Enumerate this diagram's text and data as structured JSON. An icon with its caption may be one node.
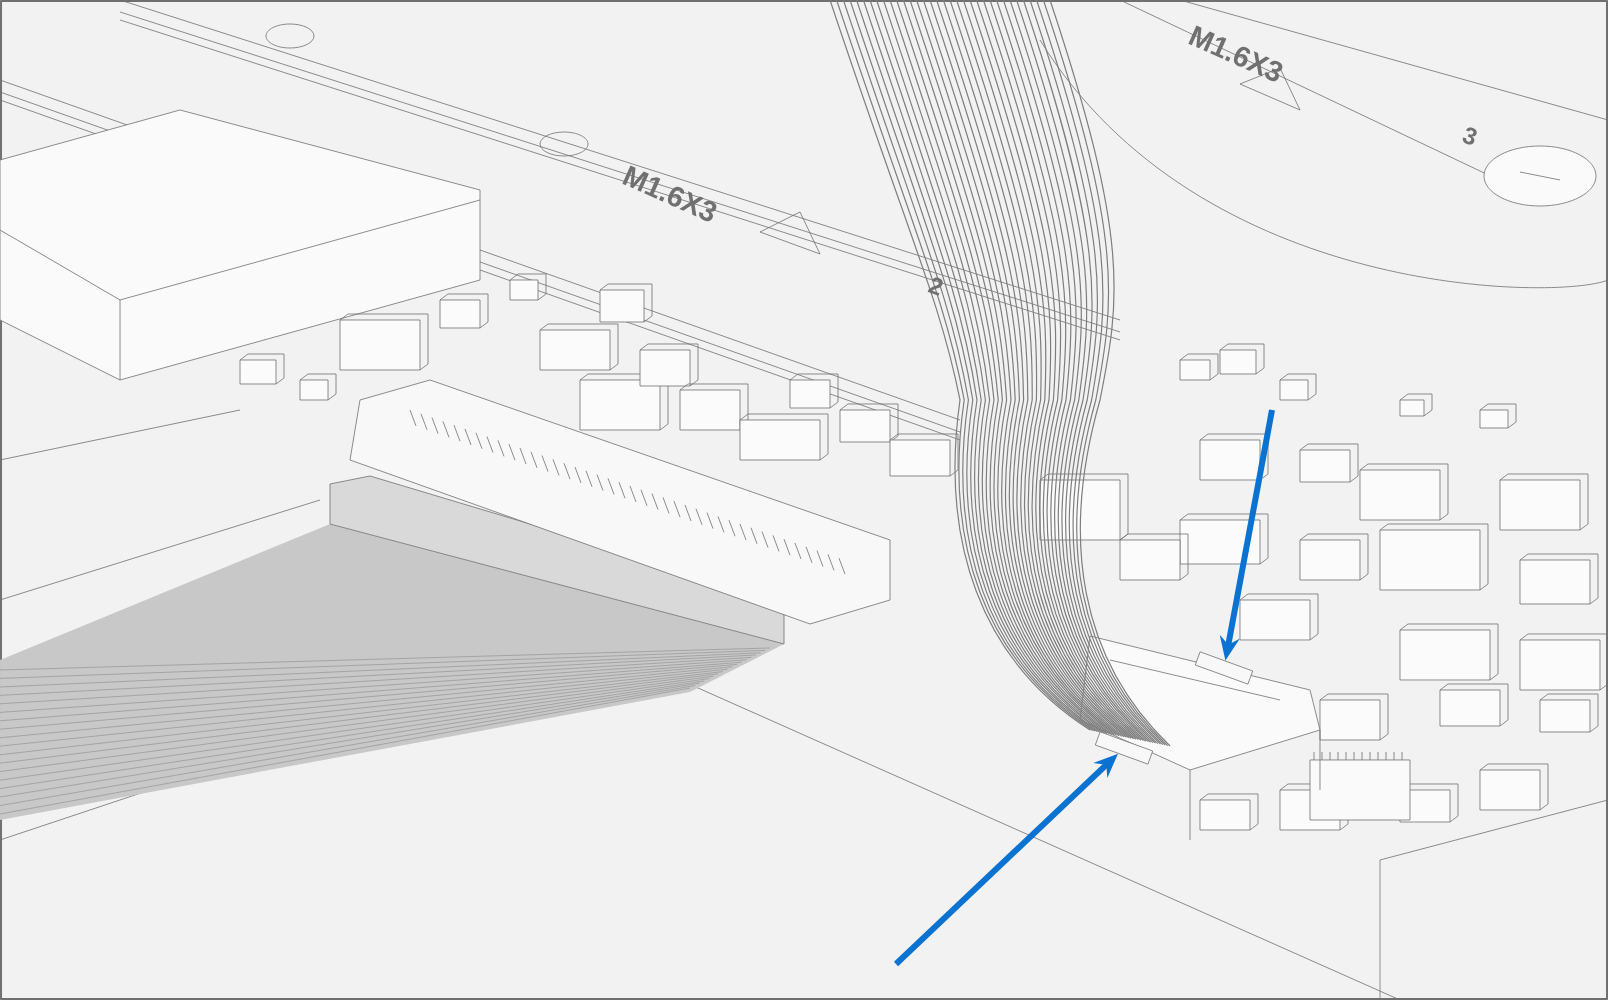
{
  "diagram": {
    "nodes": [
      {
        "text": [],
        "shape": "picture"
      },
      {
        "text": [],
        "shape": "picture"
      }
    ],
    "edges": [
      {
        "from": null,
        "to": 0,
        "arrow": "to"
      },
      {
        "from": null,
        "to": 1,
        "arrow": "to"
      }
    ],
    "labels": [
      "M1.6X3",
      "2",
      "M1.6X3",
      "3"
    ]
  }
}
